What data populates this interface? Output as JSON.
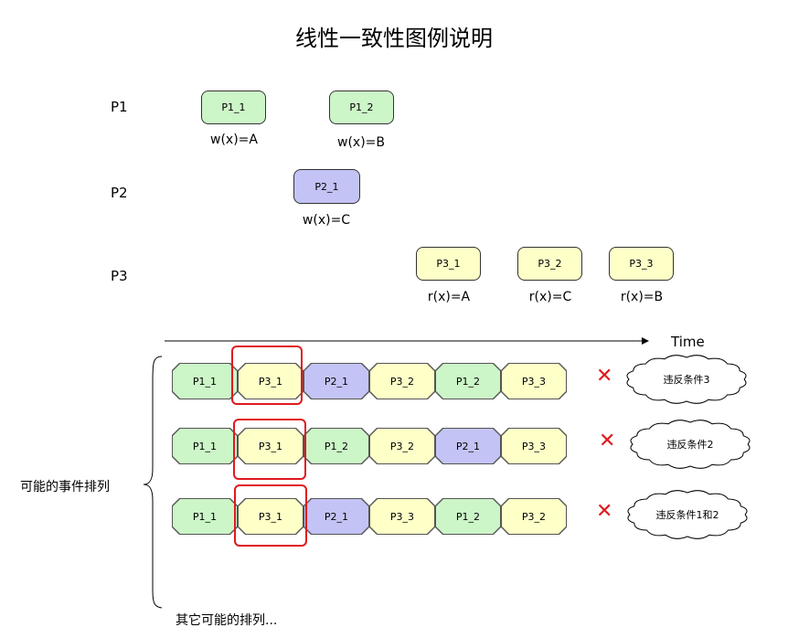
{
  "title": "线性一致性图例说明",
  "processes": [
    {
      "label": "P1"
    },
    {
      "label": "P2"
    },
    {
      "label": "P3"
    }
  ],
  "events": [
    {
      "id": "P1_1",
      "op": "w(x)=A",
      "color": "green"
    },
    {
      "id": "P1_2",
      "op": "w(x)=B",
      "color": "green"
    },
    {
      "id": "P2_1",
      "op": "w(x)=C",
      "color": "blue"
    },
    {
      "id": "P3_1",
      "op": "r(x)=A",
      "color": "yellow"
    },
    {
      "id": "P3_2",
      "op": "r(x)=C",
      "color": "yellow"
    },
    {
      "id": "P3_3",
      "op": "r(x)=B",
      "color": "yellow"
    }
  ],
  "time_label": "Time",
  "orderings_label": "可能的事件排列",
  "orderings": [
    {
      "sequence": [
        "P1_1",
        "P3_1",
        "P2_1",
        "P3_2",
        "P1_2",
        "P3_3"
      ],
      "colors": [
        "green",
        "yellow",
        "blue",
        "yellow",
        "green",
        "yellow"
      ],
      "violation": "违反条件3",
      "mark": "✕"
    },
    {
      "sequence": [
        "P1_1",
        "P3_1",
        "P1_2",
        "P3_2",
        "P2_1",
        "P3_3"
      ],
      "colors": [
        "green",
        "yellow",
        "green",
        "yellow",
        "blue",
        "yellow"
      ],
      "violation": "违反条件2",
      "mark": "✕"
    },
    {
      "sequence": [
        "P1_1",
        "P3_1",
        "P2_1",
        "P3_3",
        "P1_2",
        "P3_2"
      ],
      "colors": [
        "green",
        "yellow",
        "blue",
        "yellow",
        "green",
        "yellow"
      ],
      "violation": "违反条件1和2",
      "mark": "✕"
    }
  ],
  "more_label": "其它可能的排列...",
  "colors": {
    "green": "#ccf5c8",
    "blue": "#c3c3f5",
    "yellow": "#ffffc8",
    "highlight": "#e0191e"
  }
}
